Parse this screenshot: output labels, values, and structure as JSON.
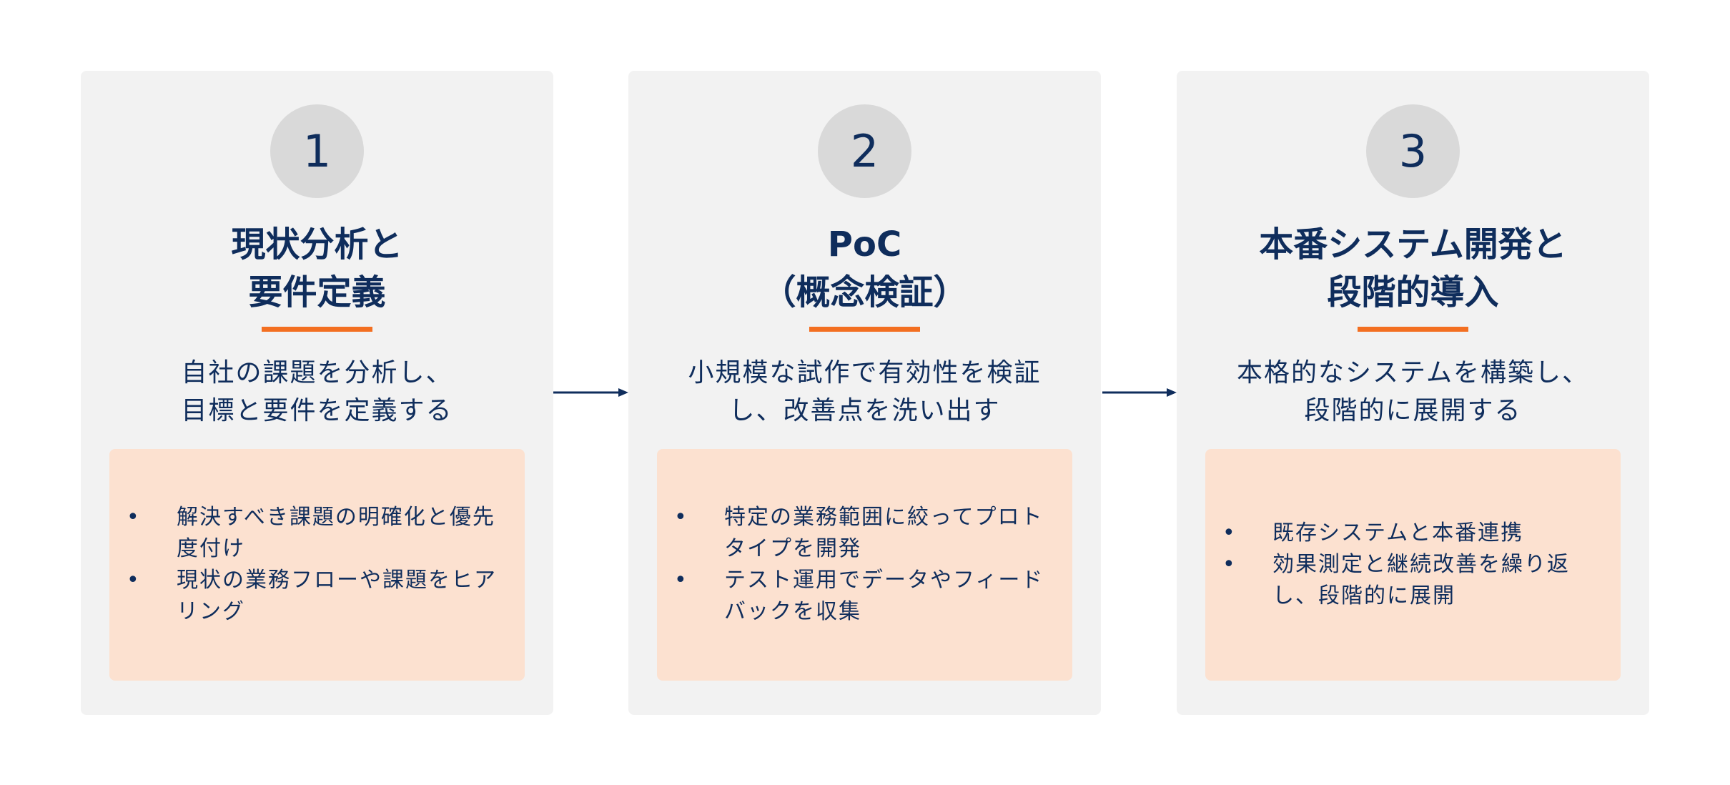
{
  "steps": [
    {
      "number": "1",
      "title": [
        "現状分析と",
        "要件定義"
      ],
      "description": [
        "自社の課題を分析し、",
        "目標と要件を定義する"
      ],
      "items": [
        "解決すべき課題の明確化と優先度付け",
        "現状の業務フローや課題をヒアリング"
      ]
    },
    {
      "number": "2",
      "title": [
        "PoC",
        "（概念検証）"
      ],
      "description": [
        "小規模な試作で有効性を検証",
        "し、改善点を洗い出す"
      ],
      "items": [
        "特定の業務範囲に絞ってプロトタイプを開発",
        "テスト運用でデータやフィードバックを収集"
      ]
    },
    {
      "number": "3",
      "title": [
        "本番システム開発と",
        "段階的導入"
      ],
      "description": [
        "本格的なシステムを構築し、",
        "段階的に展開する"
      ],
      "items": [
        "既存システムと本番連携",
        "効果測定と継続改善を繰り返し、段階的に展開"
      ]
    }
  ],
  "bullet": "•",
  "colors": {
    "text": "#0f2d5c",
    "accent": "#f36f21",
    "card": "#f2f2f2",
    "box": "#fce1d0",
    "circle": "#d9d9d9"
  }
}
